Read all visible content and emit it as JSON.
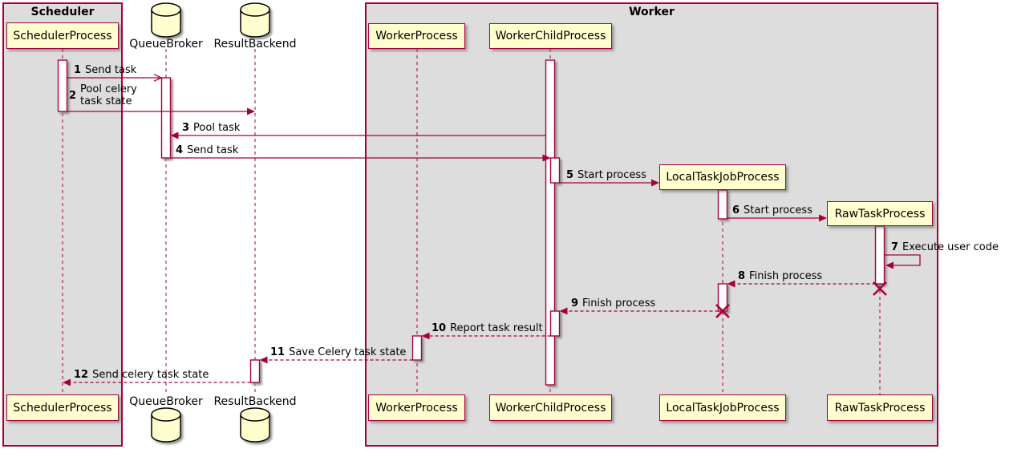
{
  "colors": {
    "accent": "#A80036",
    "participant_fill": "#FEFECE",
    "frame_background": "#DDDDDD",
    "activation_fill": "#FFFFFF",
    "text": "#000000"
  },
  "frames": {
    "scheduler": {
      "title": "Scheduler"
    },
    "worker": {
      "title": "Worker"
    }
  },
  "participants": {
    "scheduler_process": {
      "label": "SchedulerProcess",
      "type": "participant"
    },
    "queue_broker": {
      "label": "QueueBroker",
      "type": "database"
    },
    "result_backend": {
      "label": "ResultBackend",
      "type": "database"
    },
    "worker_process": {
      "label": "WorkerProcess",
      "type": "participant"
    },
    "worker_child_process": {
      "label": "WorkerChildProcess",
      "type": "participant"
    },
    "local_task_job_process": {
      "label": "LocalTaskJobProcess",
      "type": "participant"
    },
    "raw_task_process": {
      "label": "RawTaskProcess",
      "type": "participant"
    }
  },
  "messages": [
    {
      "num": "1",
      "text": "Send task",
      "from": "SchedulerProcess",
      "to": "QueueBroker",
      "style": "solid-open"
    },
    {
      "num": "2",
      "text": "Pool celery\ntask state",
      "from": "SchedulerProcess",
      "to": "ResultBackend",
      "style": "solid"
    },
    {
      "num": "3",
      "text": "Pool task",
      "from": "WorkerChildProcess",
      "to": "QueueBroker",
      "style": "solid"
    },
    {
      "num": "4",
      "text": "Send task",
      "from": "QueueBroker",
      "to": "WorkerChildProcess",
      "style": "solid"
    },
    {
      "num": "5",
      "text": "Start process",
      "from": "WorkerChildProcess",
      "to": "LocalTaskJobProcess",
      "style": "solid"
    },
    {
      "num": "6",
      "text": "Start process",
      "from": "LocalTaskJobProcess",
      "to": "RawTaskProcess",
      "style": "solid"
    },
    {
      "num": "7",
      "text": "Execute user code",
      "from": "RawTaskProcess",
      "to": "RawTaskProcess",
      "style": "solid-self"
    },
    {
      "num": "8",
      "text": "Finish process",
      "from": "RawTaskProcess",
      "to": "LocalTaskJobProcess",
      "style": "dashed"
    },
    {
      "num": "9",
      "text": "Finish process",
      "from": "LocalTaskJobProcess",
      "to": "WorkerChildProcess",
      "style": "dashed"
    },
    {
      "num": "10",
      "text": "Report task result",
      "from": "WorkerChildProcess",
      "to": "WorkerProcess",
      "style": "dashed"
    },
    {
      "num": "11",
      "text": "Save Celery task state",
      "from": "WorkerProcess",
      "to": "ResultBackend",
      "style": "dashed"
    },
    {
      "num": "12",
      "text": "Send celery task state",
      "from": "ResultBackend",
      "to": "SchedulerProcess",
      "style": "dashed"
    }
  ]
}
